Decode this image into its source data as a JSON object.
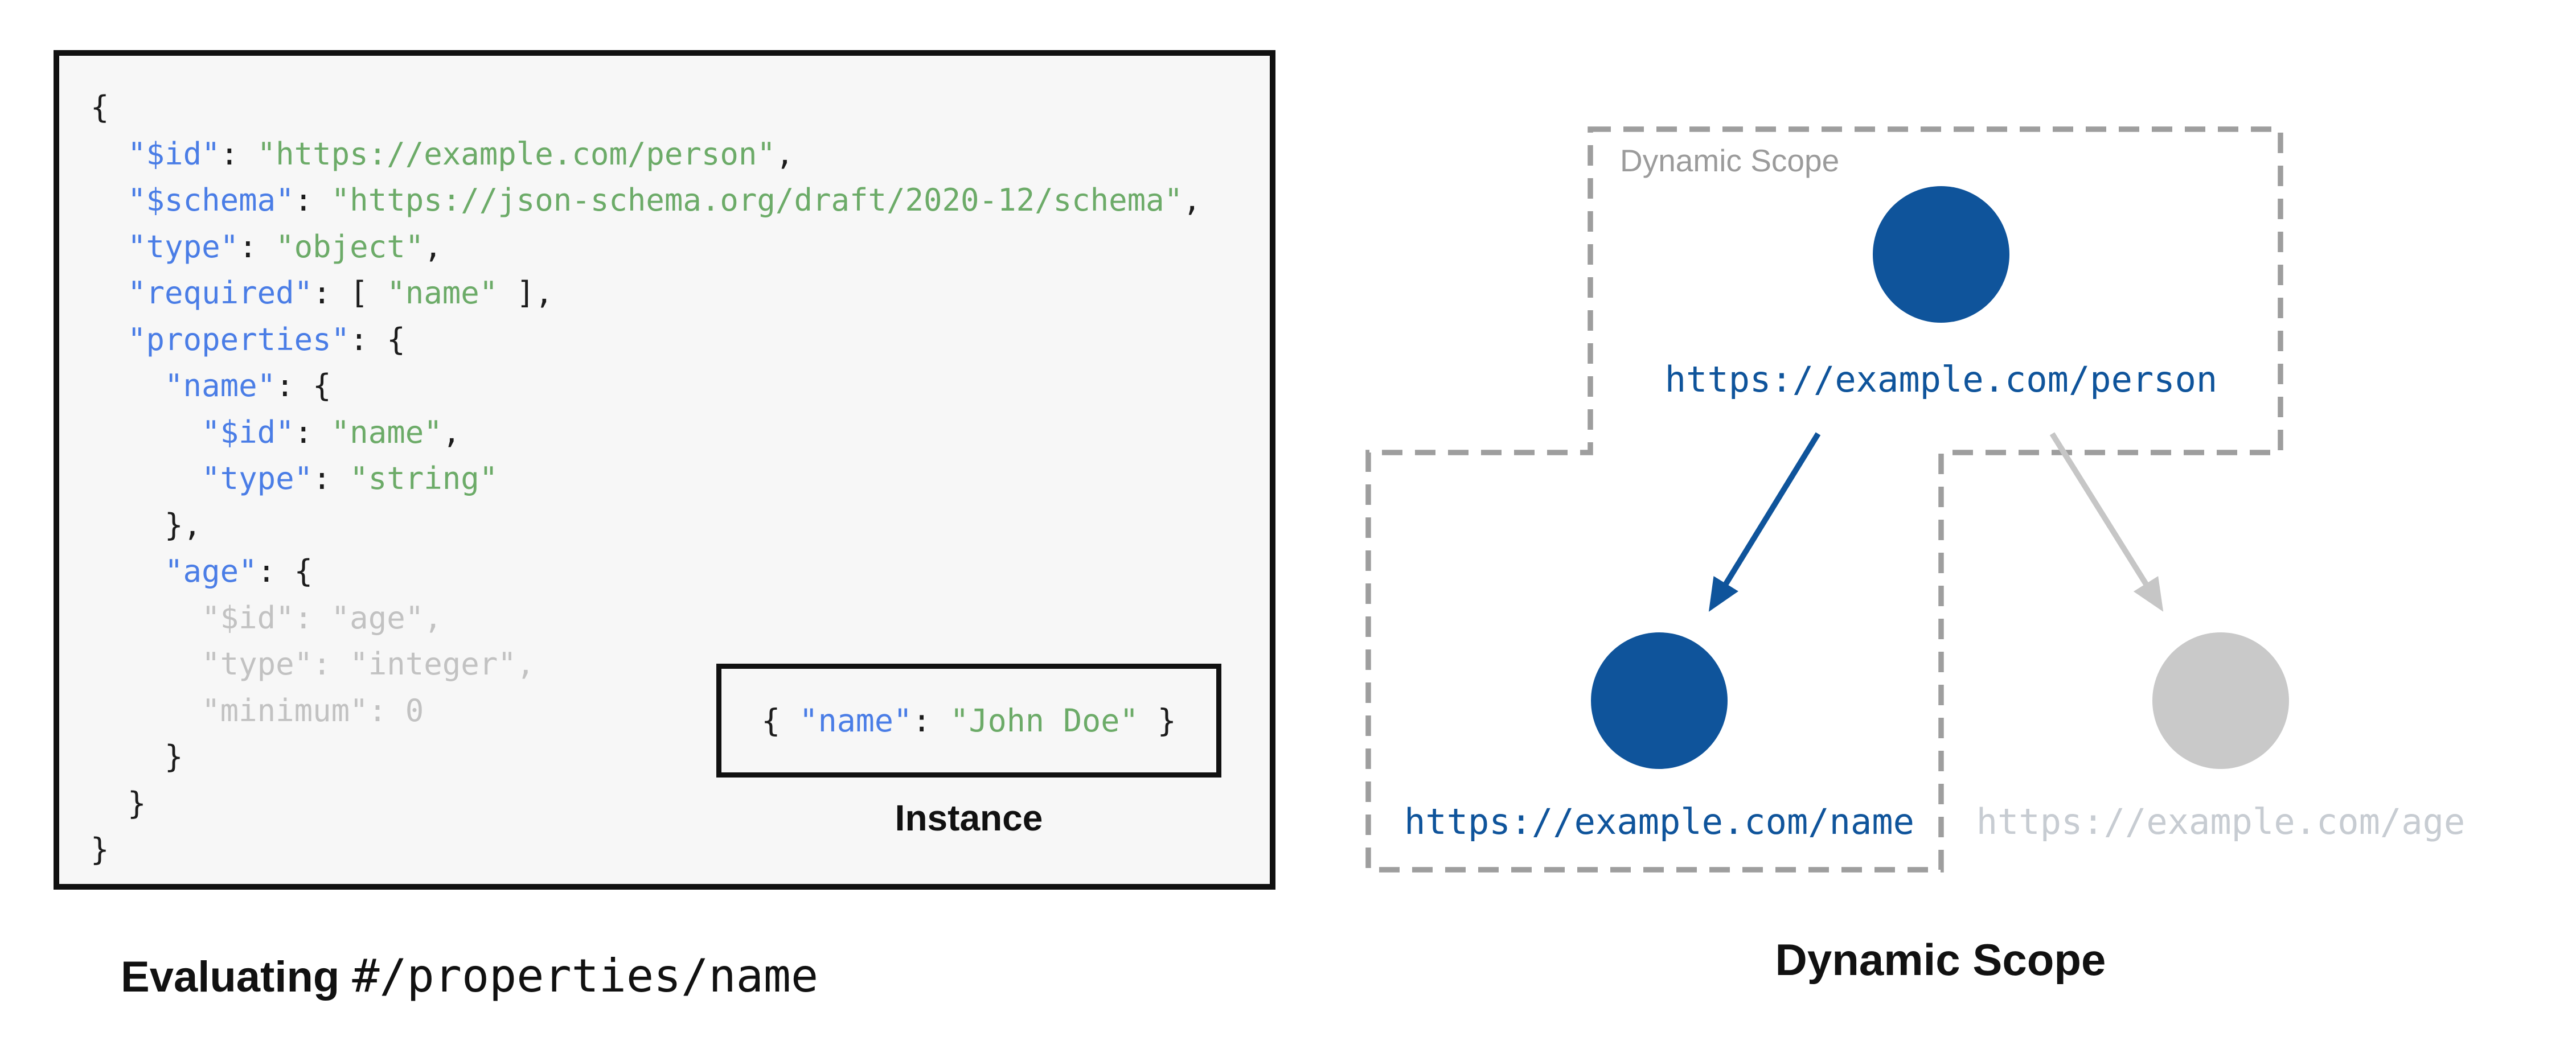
{
  "colors": {
    "key_blue": "#4a7de6",
    "string_green": "#6cab68",
    "code_plain": "#1c1c1c",
    "muted_gray": "#c2c2c2",
    "node_blue": "#0f549b",
    "node_gray": "#c9c9c9",
    "inactive_label": "#c7ccd2",
    "arrow_gray": "#c6c6c6",
    "dash_gray": "#9e9e9e",
    "scope_label_gray": "#9b9b9b",
    "panel_bg": "#f7f7f7",
    "ink": "#111111"
  },
  "schema_panel": {
    "code_lines": [
      "{",
      "  \"$id\": \"https://example.com/person\",",
      "  \"$schema\": \"https://json-schema.org/draft/2020-12/schema\",",
      "  \"type\": \"object\",",
      "  \"required\": [ \"name\" ],",
      "  \"properties\": {",
      "    \"name\": {",
      "      \"$id\": \"name\",",
      "      \"type\": \"string\"",
      "    },",
      "    \"age\": {",
      "      \"$id\": \"age\",",
      "      \"type\": \"integer\",",
      "      \"minimum\": 0",
      "    }",
      "  }",
      "}"
    ],
    "muted_line_indexes": [
      11,
      12,
      13
    ],
    "instance": {
      "code": "{ \"name\": \"John Doe\" }",
      "label": "Instance"
    },
    "caption_bold": "Evaluating",
    "caption_mono": "#/properties/name"
  },
  "scope_panel": {
    "scope_label": "Dynamic Scope",
    "nodes": [
      {
        "id": "person",
        "url": "https://example.com/person",
        "state": "active"
      },
      {
        "id": "name",
        "url": "https://example.com/name",
        "state": "active"
      },
      {
        "id": "age",
        "url": "https://example.com/age",
        "state": "inactive"
      }
    ],
    "caption": "Dynamic Scope"
  }
}
